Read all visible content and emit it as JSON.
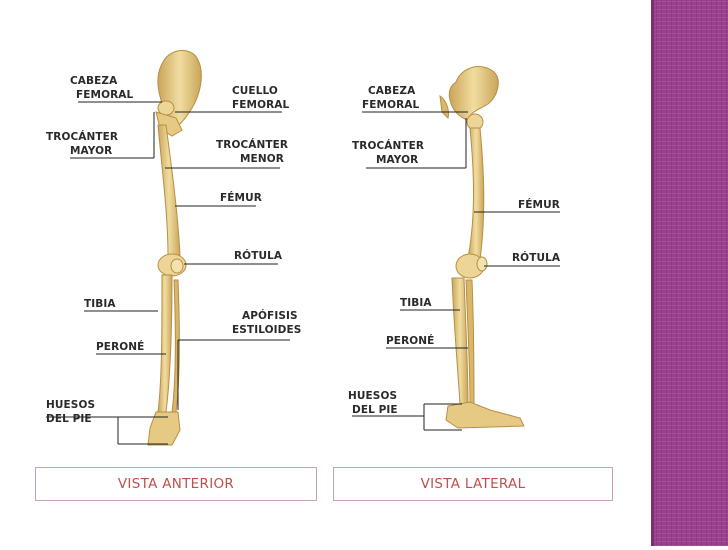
{
  "anterior": {
    "labels": {
      "cabeza_femoral": [
        "CABEZA",
        "FEMORAL"
      ],
      "cuello_femoral": [
        "CUELLO",
        "FEMORAL"
      ],
      "trocanter_mayor": [
        "TROCÁNTER",
        "MAYOR"
      ],
      "trocanter_menor": [
        "TROCÁNTER",
        "MENOR"
      ],
      "femur": [
        "FÉMUR"
      ],
      "rotula": [
        "RÓTULA"
      ],
      "tibia": [
        "TIBIA"
      ],
      "apofisis": [
        "APÓFISIS",
        "ESTILOIDES"
      ],
      "perone": [
        "PERONÉ"
      ],
      "huesos_pie": [
        "HUESOS",
        "DEL PIE"
      ]
    },
    "caption": "VISTA ANTERIOR"
  },
  "lateral": {
    "labels": {
      "cabeza_femoral": [
        "CABEZA",
        "FEMORAL"
      ],
      "trocanter_mayor": [
        "TROCÁNTER",
        "MAYOR"
      ],
      "femur": [
        "FÉMUR"
      ],
      "rotula": [
        "RÓTULA"
      ],
      "tibia": [
        "TIBIA"
      ],
      "perone": [
        "PERONÉ"
      ],
      "huesos_pie": [
        "HUESOS",
        "DEL PIE"
      ]
    },
    "caption": "VISTA LATERAL"
  },
  "colors": {
    "bone": "#e8cf8c",
    "bone_shade": "#c9a55a",
    "caption_text": "#c0504d",
    "sidebar": "#9c3f8f"
  }
}
